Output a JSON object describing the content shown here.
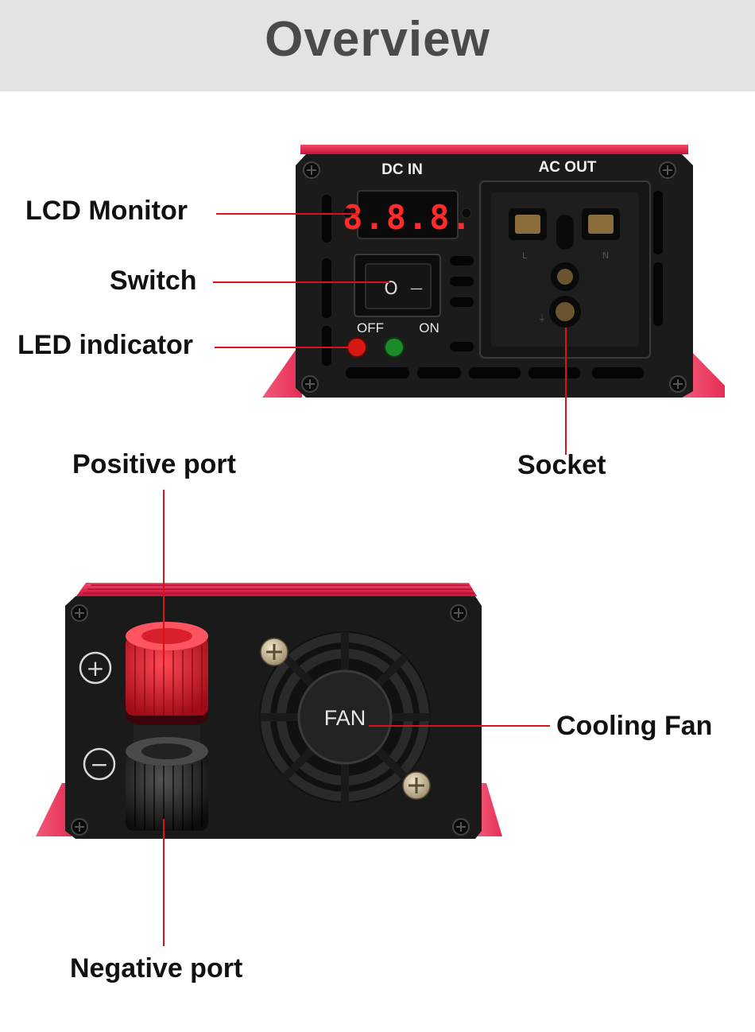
{
  "header": {
    "title": "Overview"
  },
  "front_panel": {
    "dc_in_label": "DC IN",
    "ac_out_label": "AC OUT",
    "lcd_digits": "8.8.8.",
    "switch_off_glyph": "O",
    "switch_on_glyph": "—",
    "off_label": "OFF",
    "on_label": "ON",
    "socket_pin_labels": [
      "L",
      "N",
      "⏚"
    ]
  },
  "rear_panel": {
    "positive_symbol": "+",
    "negative_symbol": "−",
    "fan_label": "FAN"
  },
  "callouts": {
    "lcd_monitor": "LCD Monitor",
    "switch": "Switch",
    "led_indicator": "LED indicator",
    "socket": "Socket",
    "positive_port": "Positive port",
    "negative_port": "Negative port",
    "cooling_fan": "Cooling Fan"
  },
  "colors": {
    "header_bg": "#e3e3e3",
    "header_text": "#4a4a4a",
    "leader_line": "#d9121b",
    "housing_red": "#e8264a",
    "panel_black": "#1a1a1a",
    "lcd_red": "#ff2b2b",
    "led_off": "#d41a12",
    "led_on": "#1c8a2a"
  }
}
